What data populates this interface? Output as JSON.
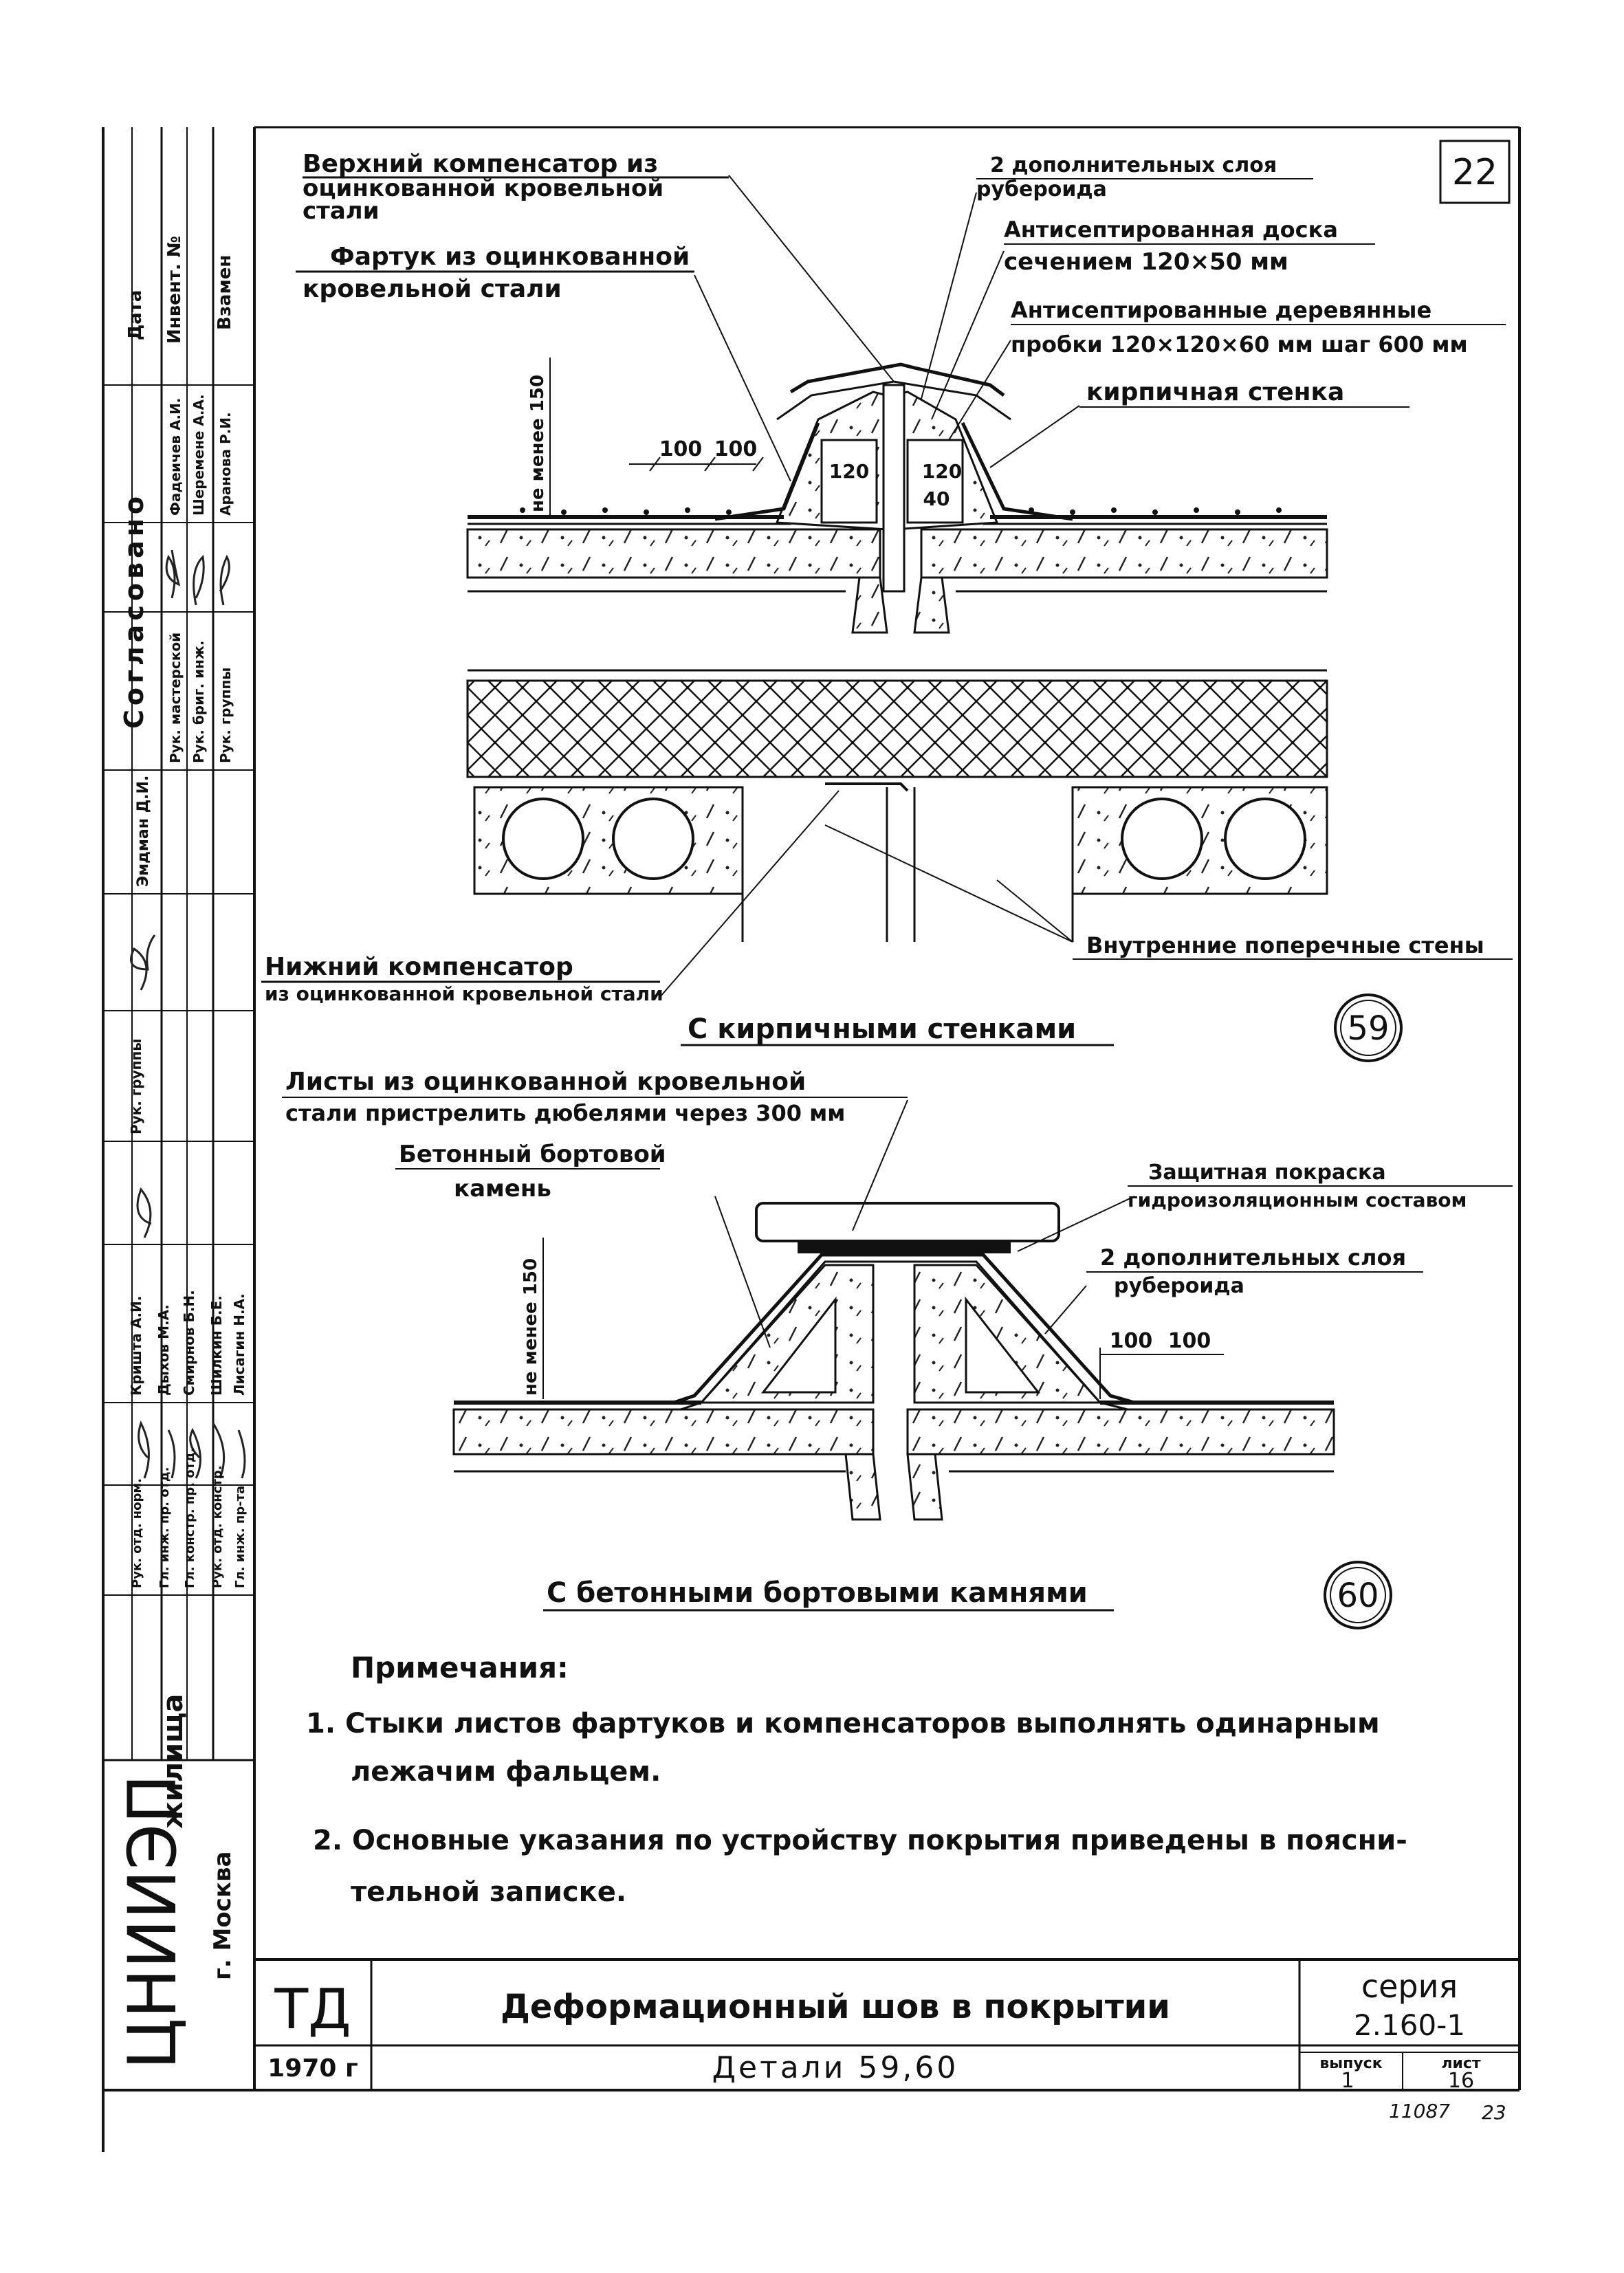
{
  "sheet_number": "22",
  "detail59": {
    "label_upper_compensator": [
      "Верхний компенсатор из",
      "оцинкованной кровельной",
      "стали"
    ],
    "label_apron": [
      "Фартук из оцинкованной",
      "кровельной стали"
    ],
    "label_roofing_layers": [
      "2 дополнительных слоя",
      "рубероида"
    ],
    "label_board": [
      "Антисептированная доска",
      "сечением 120×50 мм"
    ],
    "label_plugs": [
      "Антисептированные деревянные",
      "пробки 120×120×60 мм шаг 600 мм"
    ],
    "label_brick_wall": "кирпичная стенка",
    "label_min_height": "не менее 150",
    "dim_100_a": "100",
    "dim_100_b": "100",
    "dim_120_a": "120",
    "dim_120_b": "120",
    "dim_40": "40",
    "label_lower_compensator": [
      "Нижний компенсатор",
      "из оцинкованной кровельной стали"
    ],
    "label_inner_walls": "Внутренние поперечные стены",
    "caption": "С кирпичными стенками",
    "detail_number": "59"
  },
  "detail60": {
    "label_sheets": [
      "Листы из оцинкованной кровельной",
      "стали пристрелить дюбелями через 300 мм"
    ],
    "label_curb": [
      "Бетонный бортовой",
      "камень"
    ],
    "label_protective": [
      "Защитная покраска",
      "гидроизоляционным составом"
    ],
    "label_roofing_layers": [
      "2 дополнительных слоя",
      "рубероида"
    ],
    "label_min_height": "не менее 150",
    "dim_100_a": "100",
    "dim_100_b": "100",
    "caption": "С бетонными бортовыми камнями",
    "detail_number": "60"
  },
  "notes": {
    "heading": "Примечания:",
    "items": [
      [
        "1. Стыки листов фартуков и компенсаторов выполнять одинарным",
        "лежачим фальцем."
      ],
      [
        "2. Основные указания по устройству покрытия приведены в поясни-",
        "тельной записке."
      ]
    ]
  },
  "title_block": {
    "org_main": "ЦНИИЭП",
    "org_sub": "жилища",
    "org_city": "г. Москва",
    "code": "ТД",
    "year": "1970 г",
    "title": "Деформационный шов в покрытии",
    "subtitle": "Детали 59,60",
    "series_label": "серия",
    "series_value": "2.160-1",
    "issue_label": "выпуск",
    "issue_value": "1",
    "sheet_label": "лист",
    "sheet_value": "16",
    "archive_number": "11087",
    "page_number": "23"
  },
  "side_stamp": {
    "top_headers": [
      "Дата",
      "Инвент. №",
      "Взамен"
    ],
    "agreed_label": "Согласовано",
    "agreed_rows": [
      [
        "Рук. мастерской",
        "Фадеичев А.И."
      ],
      [
        "Рук. бриг. инж.",
        "Шеремене А.А."
      ],
      [
        "Рук. группы",
        "Аранова Р.И."
      ]
    ],
    "author": "Эмдман Д.И.",
    "rows": [
      [
        "Рук. группы",
        "Кришта А.И."
      ],
      [
        "",
        "Дыхов М.А."
      ],
      [
        "",
        "Смирнов Б.Н."
      ],
      [
        "",
        "Шилкин Б.Е."
      ],
      [
        "",
        "Лисагин Н.А."
      ]
    ],
    "role_rows": [
      "Рук. отд. норм.",
      "Гл. инж. пр. отд.",
      "Гл. констр. пр. отд.",
      "Рук. отд. констр.",
      "Гл. инж. пр-та"
    ]
  },
  "colors": {
    "ink": "#111111",
    "paper": "#ffffff"
  }
}
